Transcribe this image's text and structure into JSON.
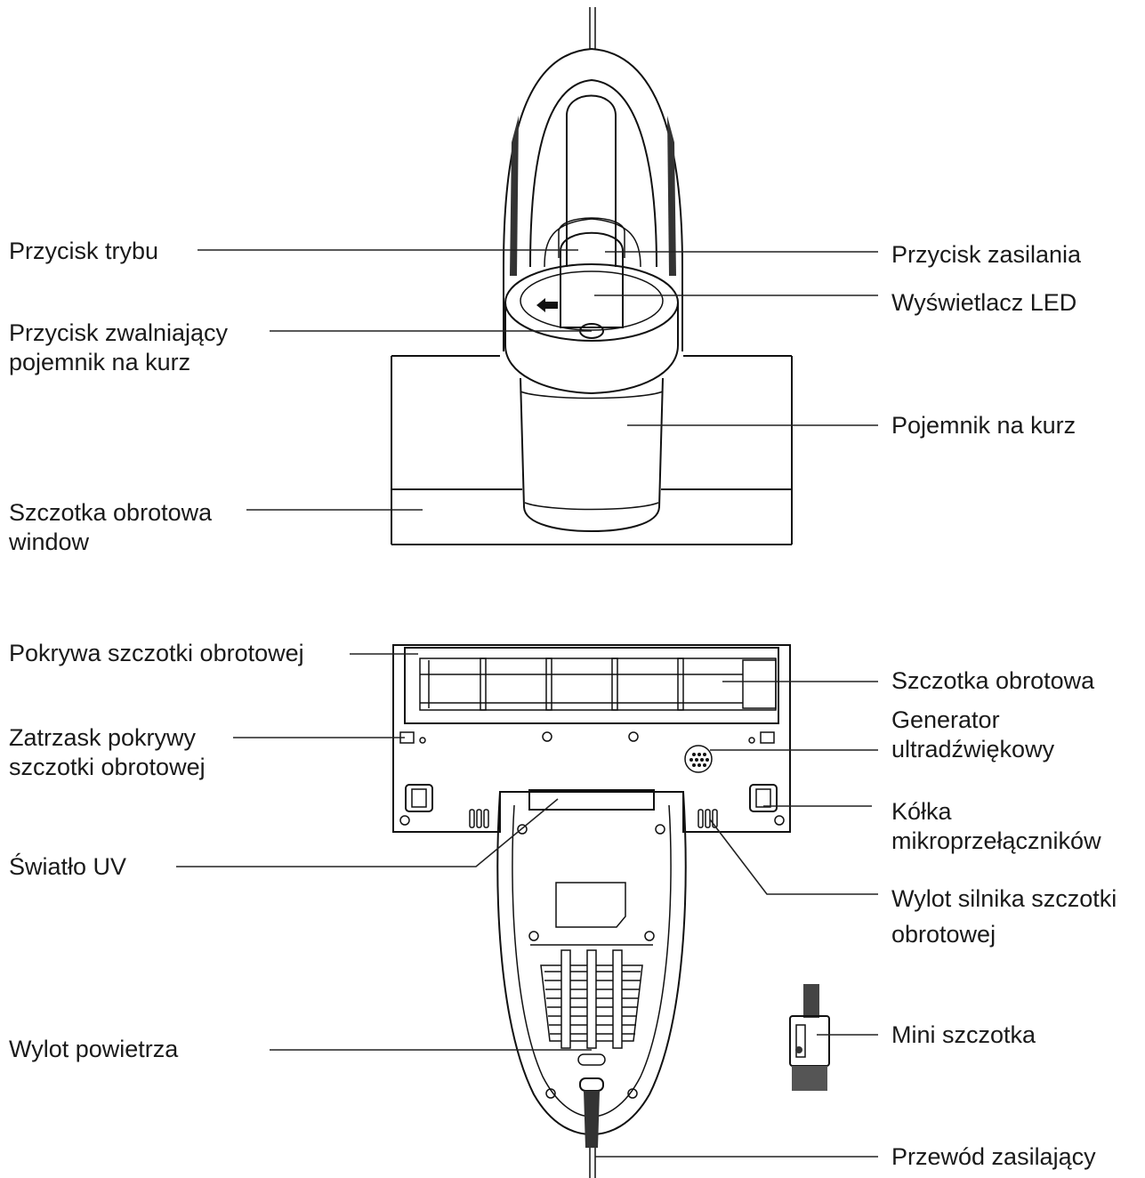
{
  "labels": {
    "mode_button": "Przycisk trybu",
    "dust_release_1": "Przycisk zwalniający",
    "dust_release_2": "pojemnik na kurz",
    "brush_window_1": "Szczotka obrotowa",
    "brush_window_2": "window",
    "power_button": "Przycisk zasilania",
    "led_display": "Wyświetlacz LED",
    "dust_container": "Pojemnik na kurz",
    "brush_cover": "Pokrywa szczotki obrotowej",
    "cover_latch_1": "Zatrzask pokrywy",
    "cover_latch_2": "szczotki obrotowej",
    "uv_light": "Światło UV",
    "air_outlet": "Wylot powietrza",
    "rotary_brush": "Szczotka obrotowa",
    "ultrasonic_1": "Generator",
    "ultrasonic_2": "ultradźwiękowy",
    "wheels_1": "Kółka",
    "wheels_2": "mikroprzełączników",
    "motor_outlet_1": "Wylot silnika szczotki",
    "motor_outlet_2": "obrotowej",
    "mini_brush": "Mini szczotka",
    "power_cord": "Przewód zasilający"
  },
  "colors": {
    "line": "#111111",
    "text": "#1a1a1a",
    "background": "#ffffff"
  },
  "icons": {
    "direction_arrow": "arrow-left-icon",
    "speaker_grille": "dot-grid-icon"
  }
}
